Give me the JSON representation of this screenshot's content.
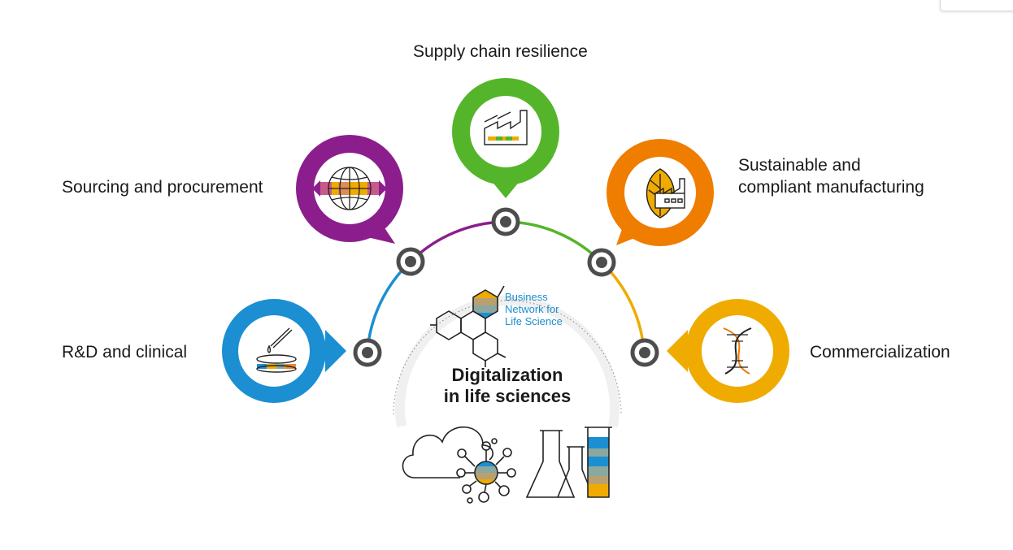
{
  "center": {
    "title_line1": "Digitalization",
    "title_line2": "in life sciences",
    "network_line1": "Business",
    "network_line2": "Network for",
    "network_line3": "Life Science"
  },
  "nodes": [
    {
      "key": "rd",
      "label": "R&D and clinical",
      "color": "#1b8fd2",
      "icon": "petri-dish-icon"
    },
    {
      "key": "sourcing",
      "label": "Sourcing and procurement",
      "color": "#8b1e8c",
      "icon": "globe-icon"
    },
    {
      "key": "supply",
      "label": "Supply chain resilience",
      "color": "#54b52a",
      "icon": "factory-icon"
    },
    {
      "key": "sustainable",
      "label_line1": "Sustainable and",
      "label_line2": "compliant manufacturing",
      "color": "#ef7d00",
      "icon": "leaf-factory-icon"
    },
    {
      "key": "commercial",
      "label": "Commercialization",
      "color": "#f0ab00",
      "icon": "dna-icon"
    }
  ],
  "palette": {
    "arc_blue": "#1b8fd2",
    "arc_purple": "#8b1e8c",
    "arc_green": "#54b52a",
    "arc_orange": "#ef7d00",
    "arc_yellow": "#f0ab00",
    "connector": "#4d4d4d"
  }
}
